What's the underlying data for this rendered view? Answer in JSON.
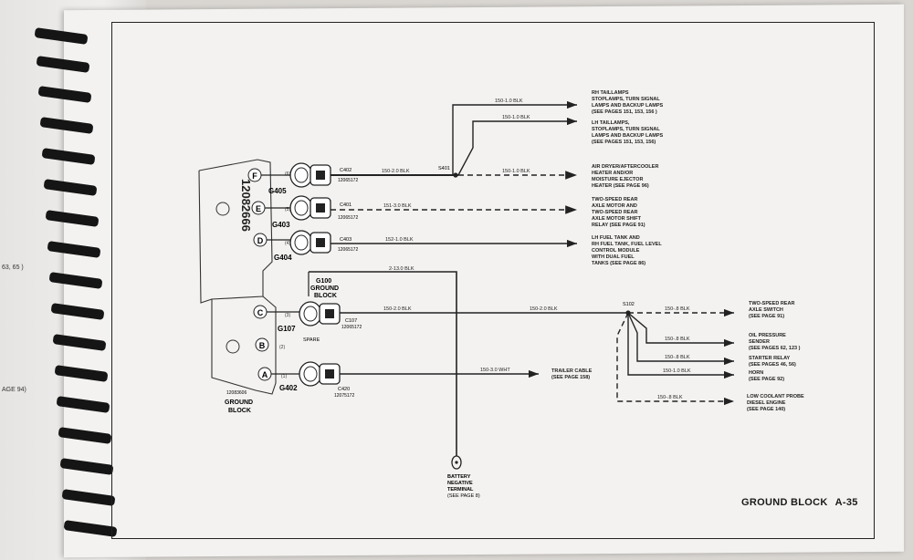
{
  "left_page": {
    "ref1": "63, 65 )",
    "ref2": "AGE 94)"
  },
  "part_number": "12082666",
  "footer": {
    "title": "GROUND BLOCK",
    "page": "A-35"
  },
  "ground_block": {
    "part": "12083606",
    "label_line1": "GROUND",
    "label_line2": "BLOCK"
  },
  "terminals": [
    {
      "letter": "F",
      "circuit": "G405",
      "cavity": "(6)"
    },
    {
      "letter": "E",
      "circuit": "G403",
      "cavity": "(5)"
    },
    {
      "letter": "D",
      "circuit": "G404",
      "cavity": "(4)"
    },
    {
      "letter": "C",
      "circuit": "G107",
      "cavity": "(3)"
    },
    {
      "letter": "B",
      "circuit": "",
      "cavity": "(2)"
    },
    {
      "letter": "A",
      "circuit": "G402",
      "cavity": "(1)"
    }
  ],
  "connectors": [
    {
      "id": "C402",
      "part": "12065172",
      "wire": "150-2.0 BLK"
    },
    {
      "id": "C401",
      "part": "12065172",
      "wire": "151-3.0 BLK"
    },
    {
      "id": "C403",
      "part": "12065172",
      "wire": "152-1.0 BLK"
    },
    {
      "id": "C107",
      "part": "12065172",
      "wire": "150-2.0 BLK",
      "note": "SPARE"
    },
    {
      "id": "C420",
      "part": "12075172",
      "wire": "150-3.0 WHT"
    }
  ],
  "g100": {
    "line1": "G100",
    "line2": "GROUND",
    "line3": "BLOCK",
    "wire": "2-13.0 BLK"
  },
  "splices": {
    "s401": "S401",
    "s102": "S102"
  },
  "top_wires": {
    "w1": "150-1.0 BLK",
    "w2": "150-1.0 BLK",
    "w3": "150-1.0 BLK",
    "w4": "150-2.0 BLK"
  },
  "right_notes": [
    [
      "RH TAILLAMPS",
      "STOPLAMPS, TURN SIGNAL",
      "LAMPS AND BACKUP LAMPS",
      "(SEE PAGES 151, 153, 156 )"
    ],
    [
      "LH TAILLAMPS,",
      "STOPLAMPS, TURN SIGNAL",
      "LAMPS AND BACKUP LAMPS",
      "(SEE PAGES 151, 153, 156)"
    ],
    [
      "AIR DRYER/AFTERCOOLER",
      "HEATER AND/OR",
      "MOISTURE EJECTOR",
      "HEATER  (SEE PAGE 96)"
    ],
    [
      "TWO-SPEED REAR",
      "AXLE MOTOR AND",
      "TWO-SPEED REAR",
      "AXLE MOTOR SHIFT",
      "RELAY  (SEE PAGE 91)"
    ],
    [
      "LH FUEL TANK AND",
      "RH FUEL TANK, FUEL LEVEL",
      "CONTROL MODULE",
      "WITH DUAL FUEL",
      "TANKS  (SEE PAGE 86)"
    ]
  ],
  "trailer": {
    "line1": "TRAILER CABLE",
    "line2": "(SEE PAGE 158)"
  },
  "battery": {
    "line1": "BATTERY",
    "line2": "NEGATIVE",
    "line3": "TERMINAL",
    "line4": "(SEE PAGE 8)"
  },
  "branches": [
    {
      "wire": "150-.8 BLK",
      "lines": [
        "TWO-SPEED REAR",
        "AXLE SWITCH",
        "(SEE PAGE 91)"
      ]
    },
    {
      "wire": "150-.8 BLK",
      "lines": [
        "OIL PRESSURE",
        "SENDER",
        "(SEE PAGES 62, 123 )"
      ]
    },
    {
      "wire": "150-.8 BLK",
      "lines": [
        "STARTER RELAY",
        "(SEE PAGES 46, 56)"
      ]
    },
    {
      "wire": "150-1.0 BLK",
      "lines": [
        "HORN",
        "(SEE PAGE 92)"
      ]
    },
    {
      "wire": "150-.8 BLK",
      "lines": [
        "LOW COOLANT PROBE",
        "DIESEL ENGINE",
        "(SEE PAGE 140)"
      ]
    }
  ]
}
